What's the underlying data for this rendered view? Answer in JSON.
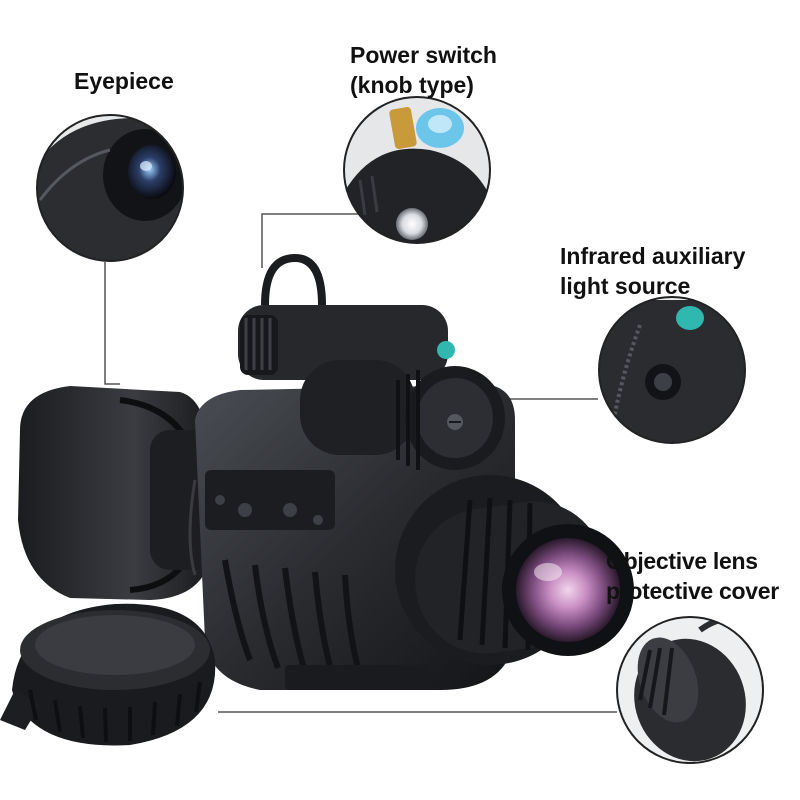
{
  "labels": {
    "eyepiece": "Eyepiece",
    "power_line1": "Power switch",
    "power_line2": "(knob type)",
    "ir_line1": "Infrared auxiliary",
    "ir_line2": "light source",
    "cover_line1": "Objective lens",
    "cover_line2": "protective cover"
  },
  "colors": {
    "device_body": "#2a2c30",
    "device_dark": "#141518",
    "leader_line": "#555555",
    "circle_border": "#222222",
    "knob_blue": "#6cc6ea",
    "knob_brass": "#c89a3a",
    "ir_teal": "#2fb7b0",
    "lens_purple": "#b67fb5"
  }
}
